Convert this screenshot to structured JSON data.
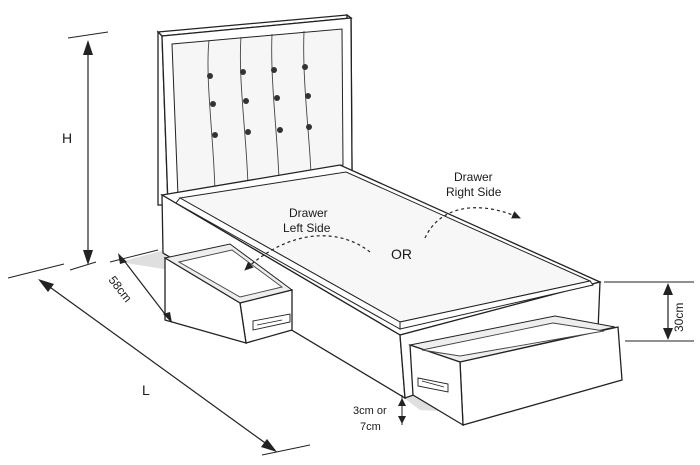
{
  "dimensions": {
    "height": "H",
    "length": "L",
    "depth": "58cm",
    "drawer_height": "30cm",
    "clearance_line1": "3cm or",
    "clearance_line2": "7cm"
  },
  "drawer_labels": {
    "left_line1": "Drawer",
    "left_line2": "Left Side",
    "right_line1": "Drawer",
    "right_line2": "Right Side",
    "or": "OR"
  },
  "colors": {
    "stroke": "#222222",
    "headboard_fill": "#f6f6f6",
    "mattress_fill": "#f7f7f7",
    "base_fill": "#ffffff",
    "drawer_interior": "#eeeeee",
    "shadow": "#d9d9d9",
    "button_fill": "#333333"
  }
}
